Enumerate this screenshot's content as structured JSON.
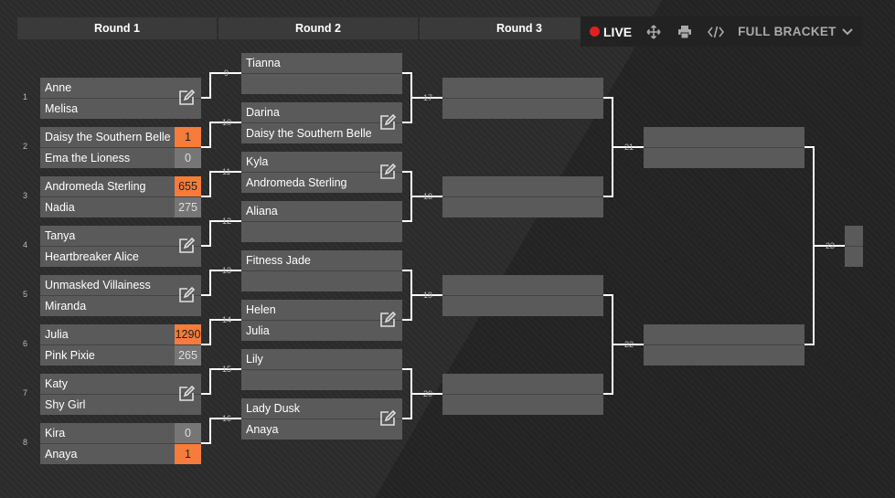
{
  "rounds": [
    "Round 1",
    "Round 2",
    "Round 3"
  ],
  "toolbar": {
    "live_label": "LIVE",
    "full_bracket_label": "FULL BRACKET",
    "icons": [
      "move-icon",
      "print-icon",
      "embed-icon",
      "chevron-down-icon"
    ],
    "live_color": "#e02020"
  },
  "colors": {
    "winner_score": "#f57c3a",
    "match_bg": "#5a5a5a"
  },
  "seeds": [
    "1",
    "2",
    "3",
    "4",
    "5",
    "6",
    "7",
    "8"
  ],
  "round1": [
    {
      "p1": "Anne",
      "p2": "Melisa",
      "s1": "",
      "s2": ""
    },
    {
      "p1": "Daisy the Southern Belle",
      "p2": "Ema the Lioness",
      "s1": "1",
      "s2": "0"
    },
    {
      "p1": "Andromeda Sterling",
      "p2": "Nadia",
      "s1": "655",
      "s2": "275"
    },
    {
      "p1": "Tanya",
      "p2": "Heartbreaker Alice",
      "s1": "",
      "s2": ""
    },
    {
      "p1": "Unmasked Villainess",
      "p2": "Miranda",
      "s1": "",
      "s2": ""
    },
    {
      "p1": "Julia",
      "p2": "Pink Pixie",
      "s1": "1290",
      "s2": "265"
    },
    {
      "p1": "Katy",
      "p2": "Shy Girl",
      "s1": "",
      "s2": ""
    },
    {
      "p1": "Kira",
      "p2": "Anaya",
      "s1": "0",
      "s2": "1"
    }
  ],
  "round2": [
    {
      "num": "9",
      "p1": "Tianna",
      "p2": ""
    },
    {
      "num": "10",
      "p1": "Darina",
      "p2": "Daisy the Southern Belle"
    },
    {
      "num": "11",
      "p1": "Kyla",
      "p2": "Andromeda Sterling"
    },
    {
      "num": "12",
      "p1": "Aliana",
      "p2": ""
    },
    {
      "num": "13",
      "p1": "Fitness Jade",
      "p2": ""
    },
    {
      "num": "14",
      "p1": "Helen",
      "p2": "Julia"
    },
    {
      "num": "15",
      "p1": "Lily",
      "p2": ""
    },
    {
      "num": "16",
      "p1": "Lady Dusk",
      "p2": "Anaya"
    }
  ],
  "round3": [
    {
      "num": "17"
    },
    {
      "num": "18"
    },
    {
      "num": "19"
    },
    {
      "num": "20"
    }
  ],
  "round4": [
    {
      "num": "21"
    },
    {
      "num": "22"
    }
  ],
  "final": {
    "num": "23"
  }
}
